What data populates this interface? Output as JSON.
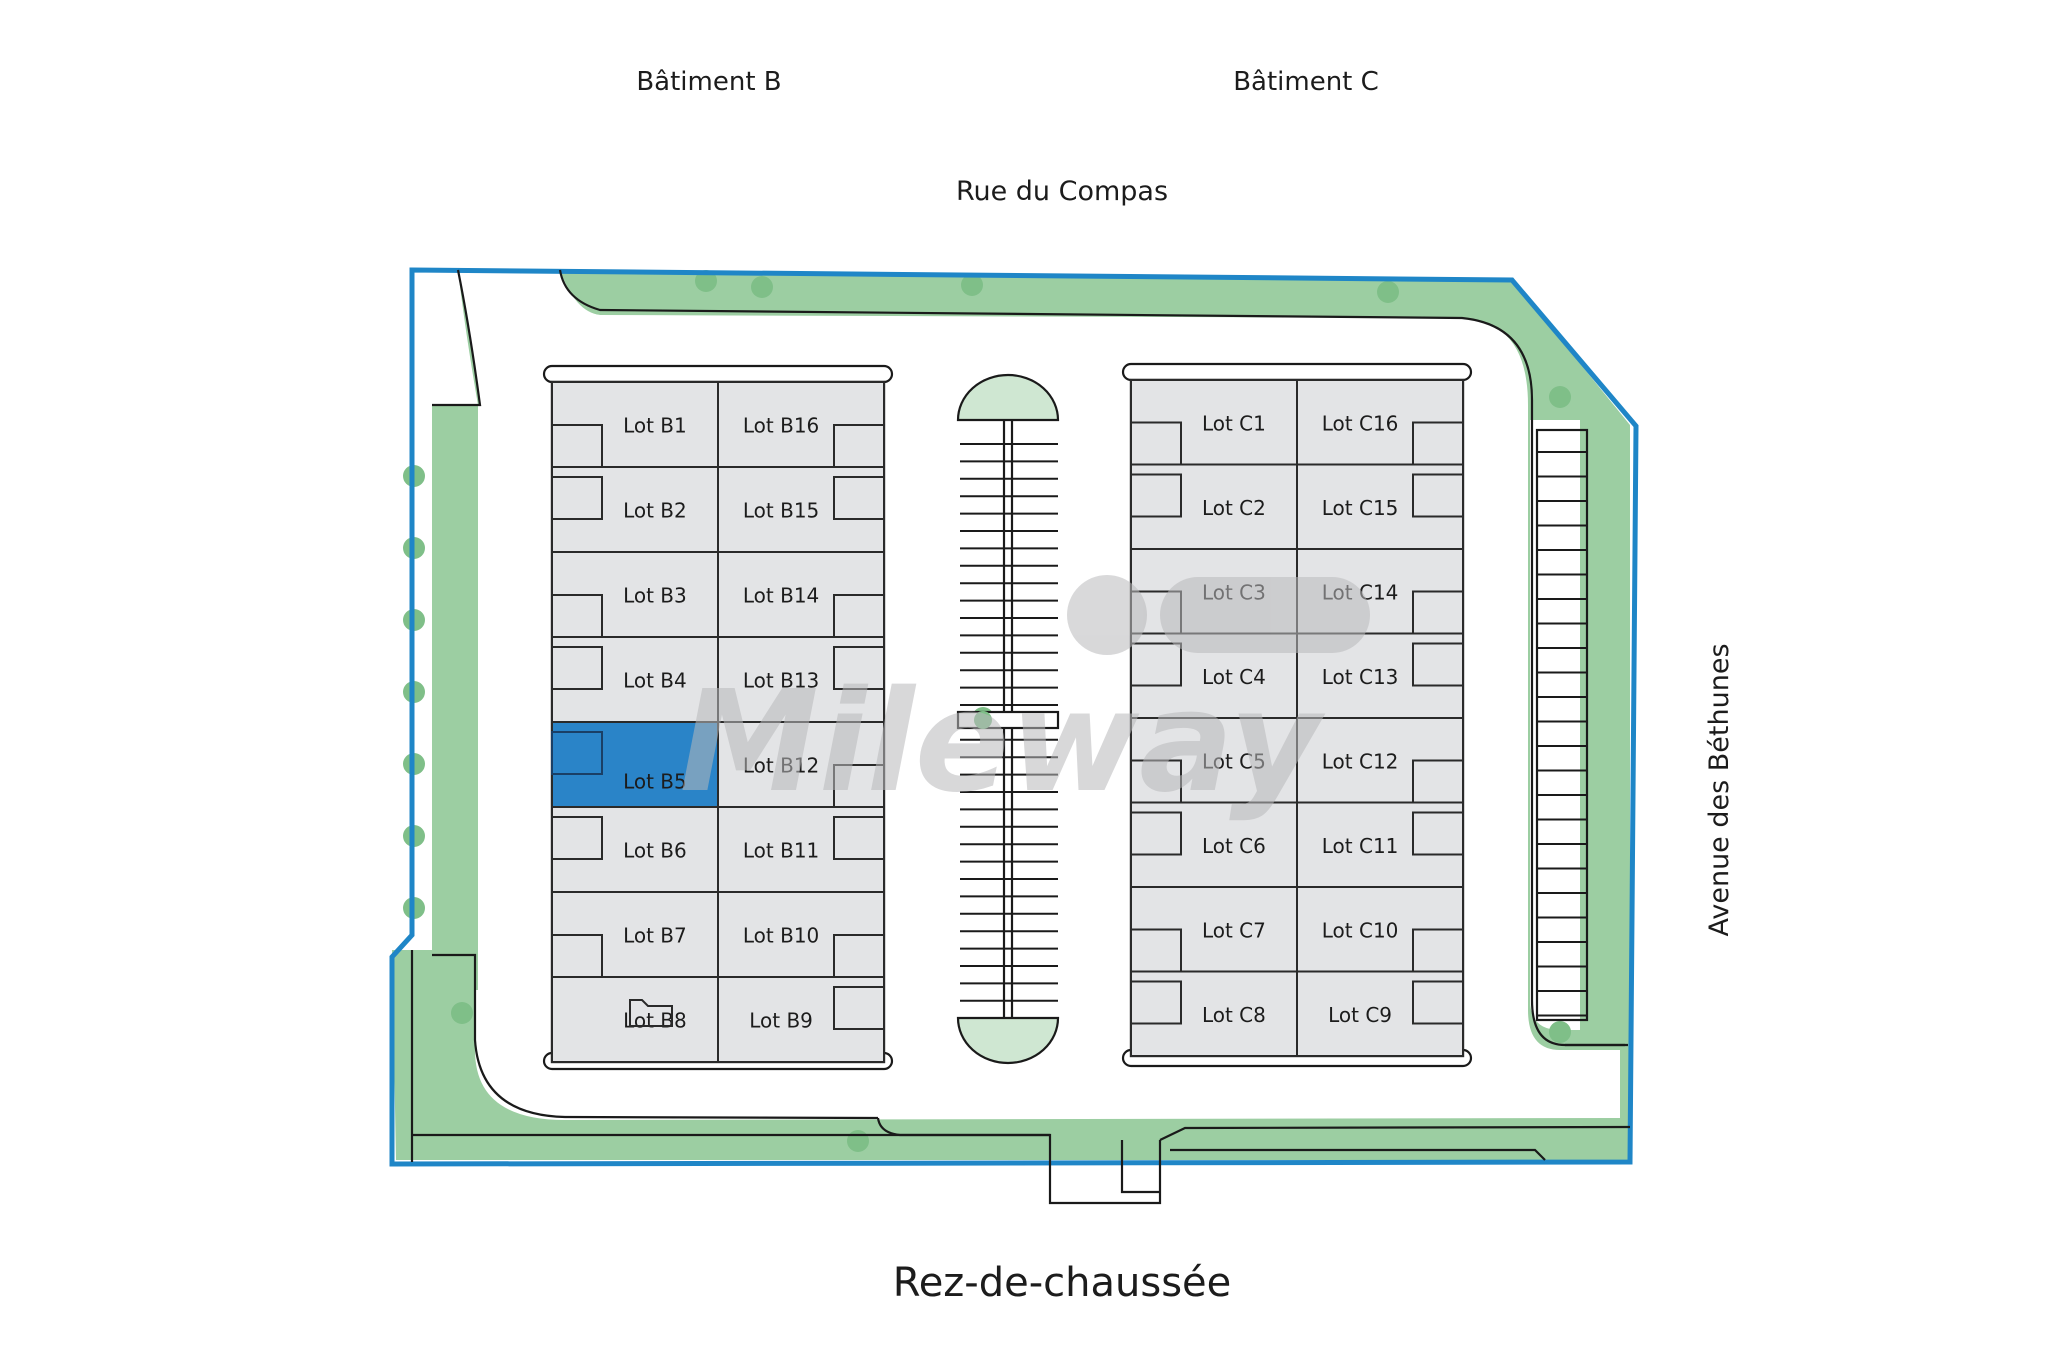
{
  "buildings": {
    "b_title": "Bâtiment B",
    "c_title": "Bâtiment C"
  },
  "streets": {
    "top": "Rue du Compas",
    "right": "Avenue des Béthunes"
  },
  "floor_label": "Rez-de-chaussée",
  "watermark": "Mileway",
  "building_b": {
    "left_column": [
      "Lot B1",
      "Lot B2",
      "Lot B3",
      "Lot B4",
      "Lot B5",
      "Lot B6",
      "Lot B7",
      "Lot B8"
    ],
    "right_column": [
      "Lot B16",
      "Lot B15",
      "Lot B14",
      "Lot B13",
      "Lot B12",
      "Lot B11",
      "Lot B10",
      "Lot B9"
    ]
  },
  "building_c": {
    "left_column": [
      "Lot C1",
      "Lot C2",
      "Lot C3",
      "Lot C4",
      "Lot C5",
      "Lot C6",
      "Lot C7",
      "Lot C8"
    ],
    "right_column": [
      "Lot C16",
      "Lot C15",
      "Lot C14",
      "Lot C13",
      "Lot C12",
      "Lot C11",
      "Lot C10",
      "Lot C9"
    ]
  },
  "highlighted_lot": "Lot B5",
  "colors": {
    "boundary": "#1f86c7",
    "green": "#9ccea2",
    "highlight": "#2a84c8",
    "lot_fill": "#e3e4e6",
    "watermark": "#b9b9bb"
  }
}
